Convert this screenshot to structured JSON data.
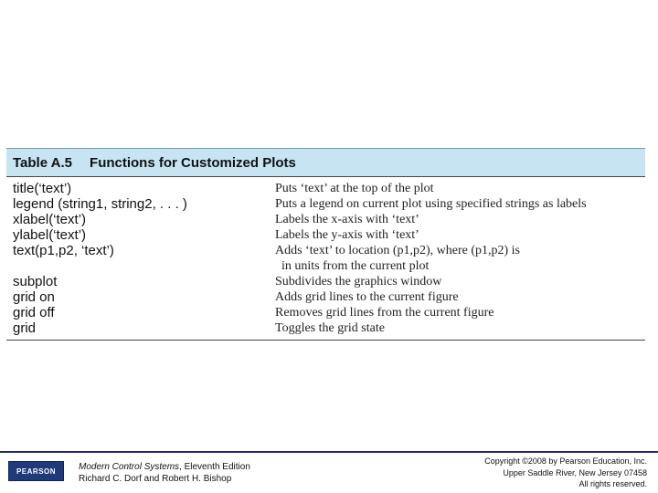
{
  "table": {
    "number": "Table A.5",
    "title": "Functions for Customized Plots",
    "rows": [
      {
        "func": "title(‘text’)",
        "desc": "Puts ‘text’ at the top of the plot"
      },
      {
        "func": "legend (string1, string2, . . . )",
        "desc": "Puts a legend on current plot using specified strings as labels"
      },
      {
        "func": "xlabel(‘text’)",
        "desc": "Labels the x-axis with ‘text’"
      },
      {
        "func": "ylabel(‘text’)",
        "desc": "Labels the y-axis with ‘text’"
      },
      {
        "func": "text(p1,p2, ‘text’)",
        "desc": "Adds ‘text’ to location (p1,p2), where (p1,p2) is",
        "desc_cont": "in units from the current plot"
      },
      {
        "func": "subplot",
        "desc": "Subdivides the graphics window"
      },
      {
        "func": "grid on",
        "desc": "Adds grid lines to the current figure"
      },
      {
        "func": "grid off",
        "desc": "Removes grid lines from the current figure"
      },
      {
        "func": "grid",
        "desc": "Toggles the grid state"
      }
    ]
  },
  "footer": {
    "logo_text": "PEARSON",
    "book_title": "Modern Control Systems",
    "edition": ", Eleventh Edition",
    "authors": "Richard C. Dorf and Robert H. Bishop",
    "copyright_line1": "Copyright ©2008 by Pearson Education, Inc.",
    "copyright_line2": "Upper Saddle River, New Jersey 07458",
    "copyright_line3": "All rights reserved."
  },
  "colors": {
    "header_bg": "#c7e4f3",
    "footer_rule": "#1a2a6c",
    "logo_bg": "#1e3a7a"
  }
}
